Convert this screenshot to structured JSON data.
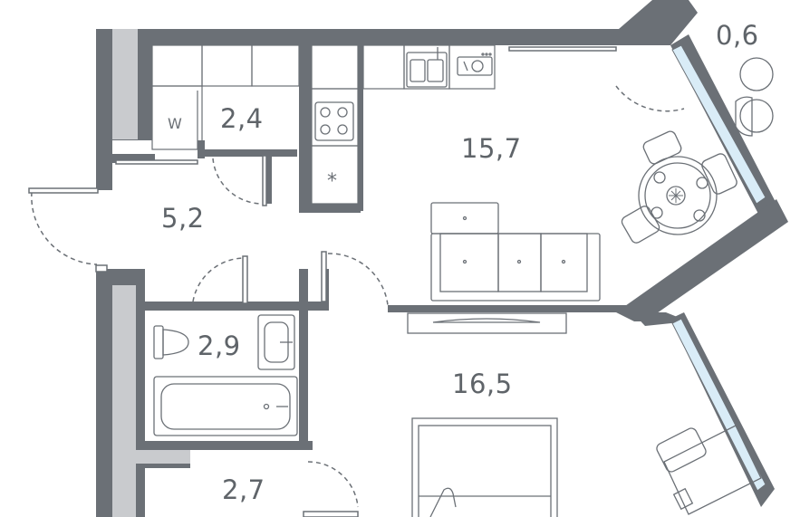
{
  "colors": {
    "wall": "#6b7076",
    "inner_wall": "#c9cbce",
    "window_glass": "#d9ecf7",
    "furniture_stroke": "#6b7076",
    "room_text": "#5f6469"
  },
  "rooms": [
    {
      "name": "kitchen-living",
      "area": "15,7"
    },
    {
      "name": "bedroom",
      "area": "16,5"
    },
    {
      "name": "hallway",
      "area": "5,2"
    },
    {
      "name": "laundry-closet",
      "area": "2,4"
    },
    {
      "name": "bathroom",
      "area": "2,9"
    },
    {
      "name": "storage",
      "area": "2,7"
    },
    {
      "name": "balcony",
      "area": "0,6"
    }
  ],
  "markers": {
    "washer": "W",
    "fridge": "*"
  },
  "icons": [
    "stove-icon",
    "sink-icon",
    "dishwasher-icon",
    "sofa-icon",
    "dining-table-icon",
    "bed-icon",
    "desk-icon",
    "toilet-icon",
    "bathtub-icon",
    "washbasin-icon",
    "tv-icon",
    "plant-icon"
  ]
}
